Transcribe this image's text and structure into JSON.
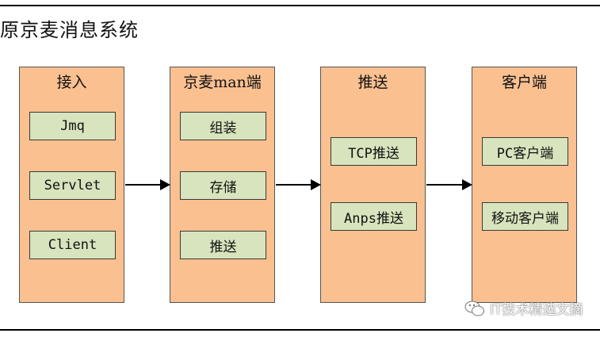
{
  "title": "原京麦消息系统",
  "columns": [
    {
      "header": "接入",
      "items": [
        "Jmq",
        "Servlet",
        "Client"
      ]
    },
    {
      "header": "京麦man端",
      "items": [
        "组装",
        "存储",
        "推送"
      ]
    },
    {
      "header": "推送",
      "items": [
        "TCP推送",
        "Anps推送"
      ]
    },
    {
      "header": "客户端",
      "items": [
        "PC客户端",
        "移动客户端"
      ]
    }
  ],
  "watermark": "IT技术精选文摘",
  "colors": {
    "column_fill": "#fac090",
    "item_fill": "#d7e4bd",
    "arrow": "#000000"
  }
}
